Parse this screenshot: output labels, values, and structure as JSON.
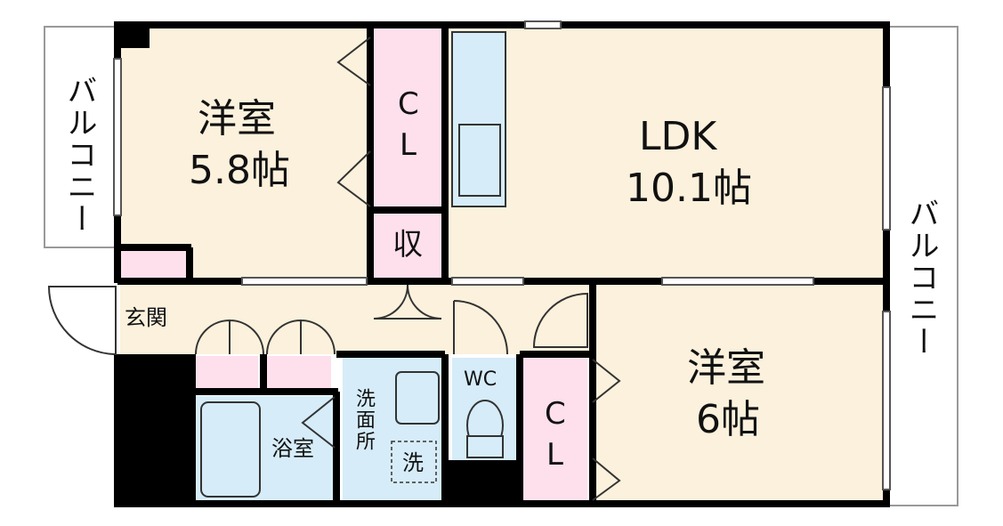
{
  "rooms": {
    "western_room_1": {
      "name": "洋室",
      "size": "5.8帖"
    },
    "ldk": {
      "name": "LDK",
      "size": "10.1帖"
    },
    "western_room_2": {
      "name": "洋室",
      "size": "6帖"
    },
    "closet_1": {
      "c": "C",
      "l": "L"
    },
    "closet_2": {
      "c": "C",
      "l": "L"
    },
    "storage": "収",
    "entrance": "玄関",
    "bathroom": "浴室",
    "washroom": "洗面所",
    "washer": "洗",
    "toilet": "WC"
  },
  "balconies": {
    "left": "バルコニー",
    "right": "バルコニー"
  },
  "colors": {
    "room_floor": "#fbf1dc",
    "closet": "#fde0ec",
    "wet_area": "#d6ecf8",
    "wall": "#000000"
  }
}
